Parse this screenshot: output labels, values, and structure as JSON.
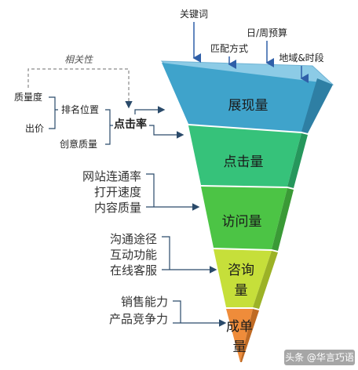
{
  "colors": {
    "s1_front": "#3FA3CB",
    "s1_side": "#2E7FA4",
    "s1_top": "#8CCBE6",
    "s2_front": "#36C27A",
    "s2_side": "#26975C",
    "s3_front": "#4CC445",
    "s3_side": "#3A9A36",
    "s4_front": "#C6DF3A",
    "s4_side": "#9CB226",
    "s5_front": "#EF8C3A",
    "s5_side": "#BF6A23",
    "line": "#2A4A6A",
    "arrow_blue": "#2F5FA8"
  },
  "stages": [
    "展现量",
    "点击量",
    "访问量",
    "咨询",
    "量",
    "成单",
    "量"
  ],
  "top_factors": [
    "关键词",
    "日/周预算",
    "匹配方式",
    "地域&时段"
  ],
  "ctr": {
    "title": "点击率",
    "relevance": "相关性",
    "quality": "质量度",
    "rank": "排名位置",
    "bid": "出价",
    "creative": "创意质量"
  },
  "click_factors": [
    "网站连通率",
    "打开速度",
    "内容质量"
  ],
  "visit_factors": [
    "沟通途径",
    "互动功能",
    "在线客服"
  ],
  "consult_factors": [
    "销售能力",
    "产品竞争力"
  ],
  "watermark": "头条 @华言巧语"
}
